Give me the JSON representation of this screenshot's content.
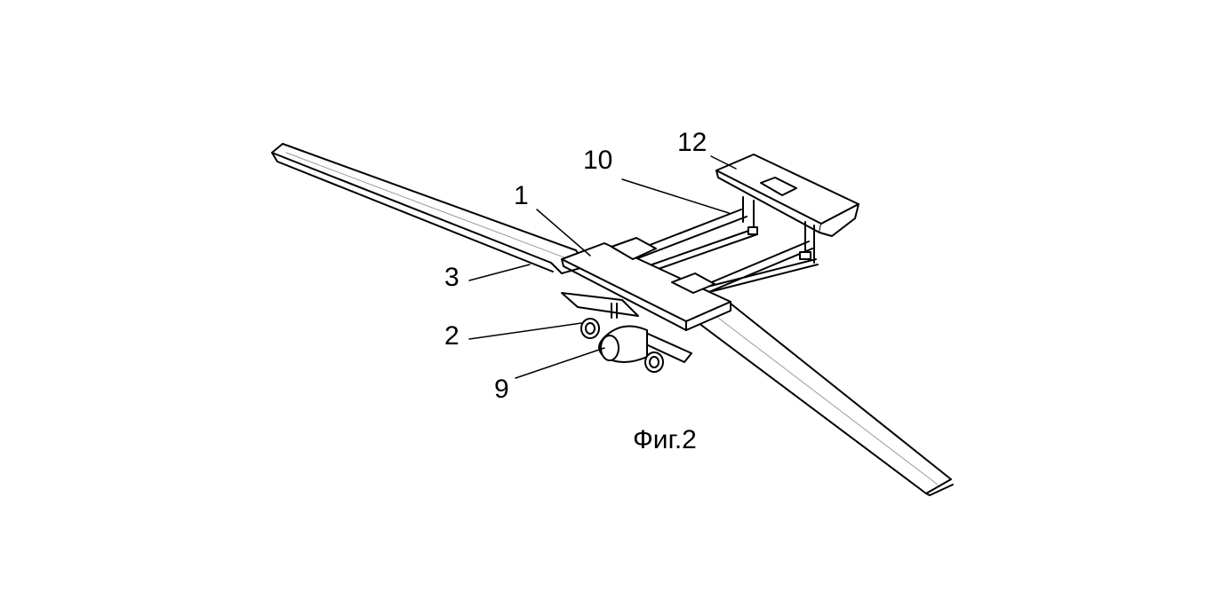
{
  "figure": {
    "caption": "Фиг.2",
    "labels": {
      "l1": "1",
      "l2": "2",
      "l3": "3",
      "l9": "9",
      "l10": "10",
      "l12": "12"
    }
  },
  "colors": {
    "ink": "#000000",
    "paper": "#ffffff",
    "shade": "#d8d8d8"
  }
}
